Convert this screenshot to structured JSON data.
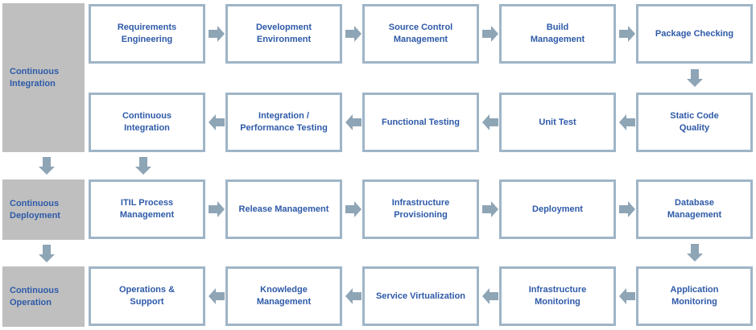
{
  "colors": {
    "text": "#2e5aa8",
    "box_border": "#9fb5c7",
    "phase_bg": "#bfbfbf",
    "arrow": "#8ea5b6"
  },
  "phases": [
    {
      "label": "Continuous\nIntegration"
    },
    {
      "label": "Continuous\nDeployment"
    },
    {
      "label": "Continuous\nOperation"
    }
  ],
  "rows": [
    [
      "Requirements\nEngineering",
      "Development\nEnvironment",
      "Source Control\nManagement",
      "Build\nManagement",
      "Package Checking"
    ],
    [
      "Continuous\nIntegration",
      "Integration /\nPerformance Testing",
      "Functional Testing",
      "Unit Test",
      "Static Code\nQuality"
    ],
    [
      "ITIL Process\nManagement",
      "Release Management",
      "Infrastructure\nProvisioning",
      "Deployment",
      "Database\nManagement"
    ],
    [
      "Operations &\nSupport",
      "Knowledge\nManagement",
      "Service Virtualization",
      "Infrastructure\nMonitoring",
      "Application\nMonitoring"
    ]
  ]
}
